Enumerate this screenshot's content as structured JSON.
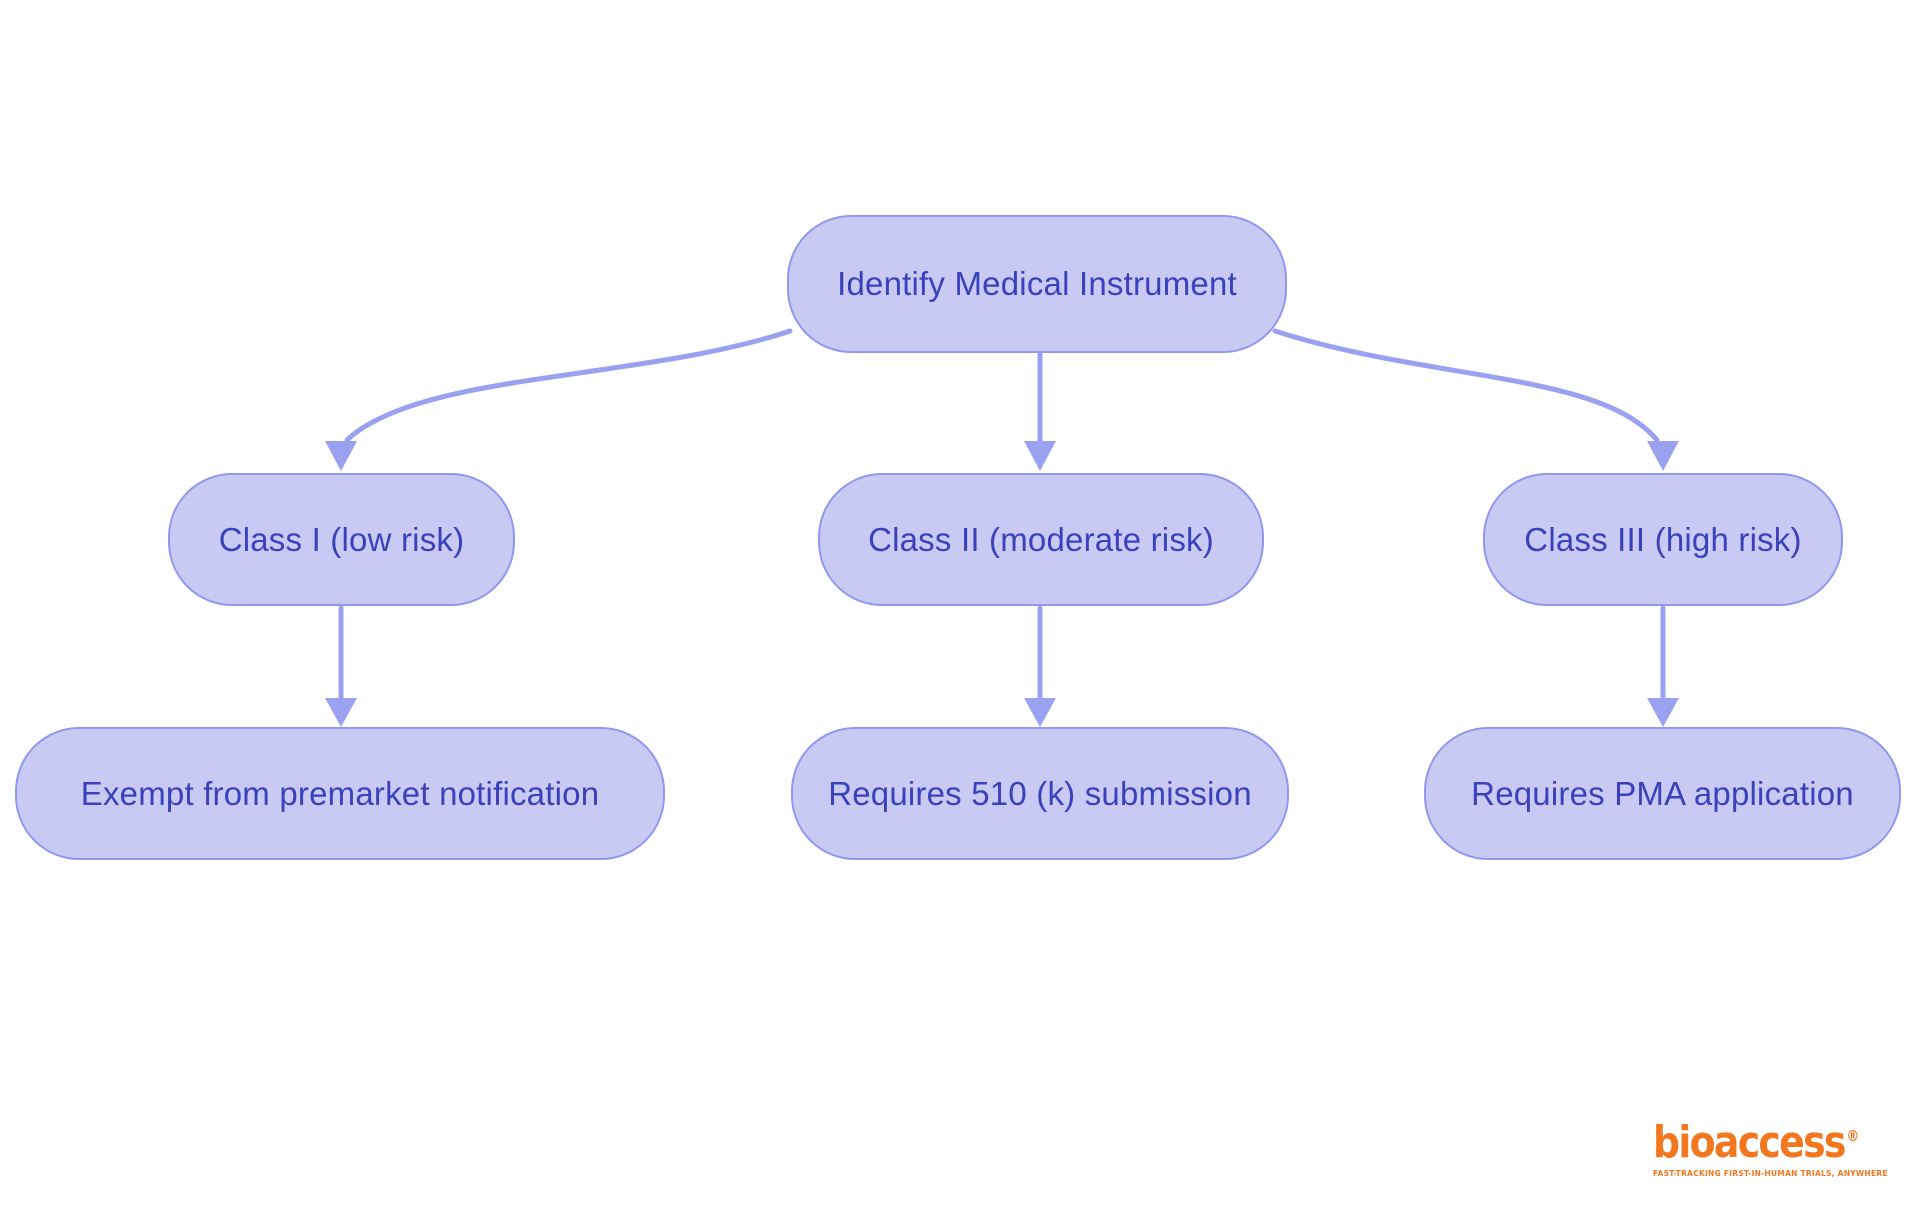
{
  "diagram": {
    "nodes": [
      {
        "id": "root",
        "label": "Identify Medical Instrument"
      },
      {
        "id": "class1",
        "label": "Class I (low risk)"
      },
      {
        "id": "class2",
        "label": "Class II (moderate risk)"
      },
      {
        "id": "class3",
        "label": "Class III (high risk)"
      },
      {
        "id": "exempt",
        "label": "Exempt from premarket notification"
      },
      {
        "id": "sub510k",
        "label": "Requires 510 (k) submission"
      },
      {
        "id": "pma",
        "label": "Requires PMA application"
      }
    ],
    "edges": [
      {
        "from": "root",
        "to": "class1"
      },
      {
        "from": "root",
        "to": "class2"
      },
      {
        "from": "root",
        "to": "class3"
      },
      {
        "from": "class1",
        "to": "exempt"
      },
      {
        "from": "class2",
        "to": "sub510k"
      },
      {
        "from": "class3",
        "to": "pma"
      }
    ]
  },
  "logo": {
    "brand": "bioaccess",
    "registered": "®",
    "tagline": "FAST-TRACKING FIRST-IN-HUMAN TRIALS, ANYWHERE"
  },
  "colors": {
    "node-fill": "#c9caf4",
    "node-border": "#9197ec",
    "node-text": "#3b40bb",
    "edge": "#9aa1f0",
    "logo-orange": "#f2771e",
    "bg": "#ffffff"
  }
}
